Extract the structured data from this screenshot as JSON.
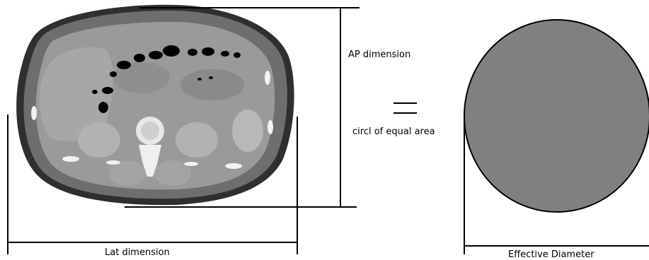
{
  "figure": {
    "ap_label": "AP dimension",
    "equal_label": "circl of equal area",
    "lat_label": "Lat dimension",
    "effective_label": "Effective Diameter"
  },
  "colors": {
    "line": "#000000",
    "circle_fill": "#808080",
    "ct_background": "#9a9a9a",
    "ct_fat_ring": "#6e6e6e",
    "ct_skin": "#2f2f2f",
    "bone": "#f2f2f2",
    "gas": "#000000"
  },
  "icons": {
    "ct_image": "axial-abdominal-ct-slice",
    "equals_sign": "equals-sign"
  }
}
